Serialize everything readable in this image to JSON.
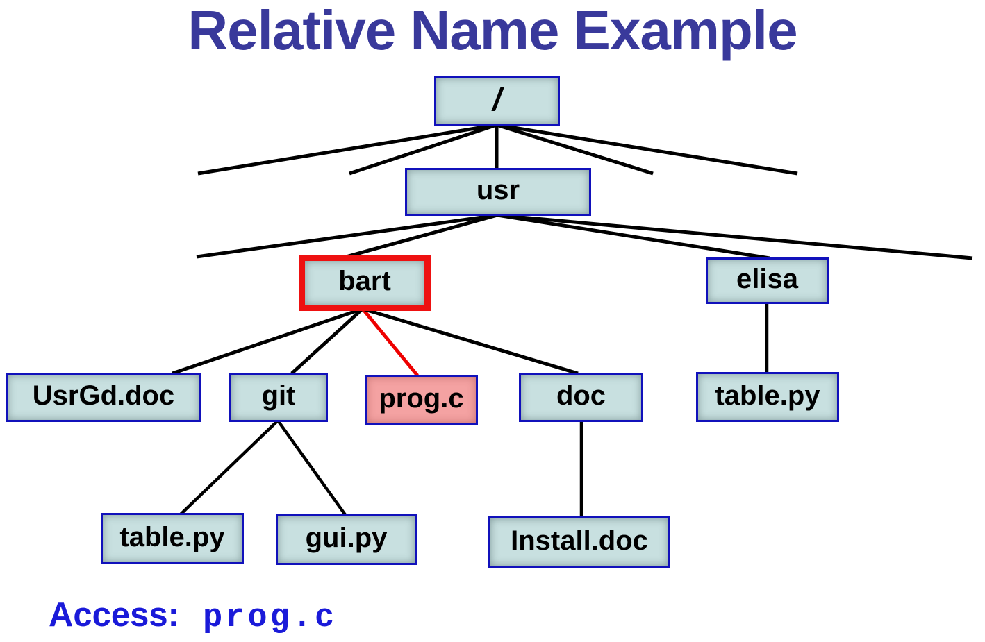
{
  "title": "Relative Name Example",
  "access_line": {
    "label": "Access:",
    "path": "prog.c"
  },
  "colors": {
    "title": "#39399b",
    "access": "#1a1ad9",
    "box_fill": "#c8e0e0",
    "box_border": "#1111bb",
    "highlight_border": "#ee1111",
    "target_fill": "#f4a2a2",
    "edge": "#000000",
    "edge_highlight": "#ee0000"
  },
  "tree": {
    "root": {
      "label": "/"
    },
    "usr": {
      "label": "usr"
    },
    "bart": {
      "label": "bart",
      "highlighted": true
    },
    "elisa": {
      "label": "elisa"
    },
    "usrgd_doc": {
      "label": "UsrGd.doc"
    },
    "git": {
      "label": "git"
    },
    "prog_c": {
      "label": "prog.c",
      "highlighted": true
    },
    "doc": {
      "label": "doc"
    },
    "elisa_table_py": {
      "label": "table.py"
    },
    "git_table_py": {
      "label": "table.py"
    },
    "gui_py": {
      "label": "gui.py"
    },
    "install_doc": {
      "label": "Install.doc"
    }
  }
}
